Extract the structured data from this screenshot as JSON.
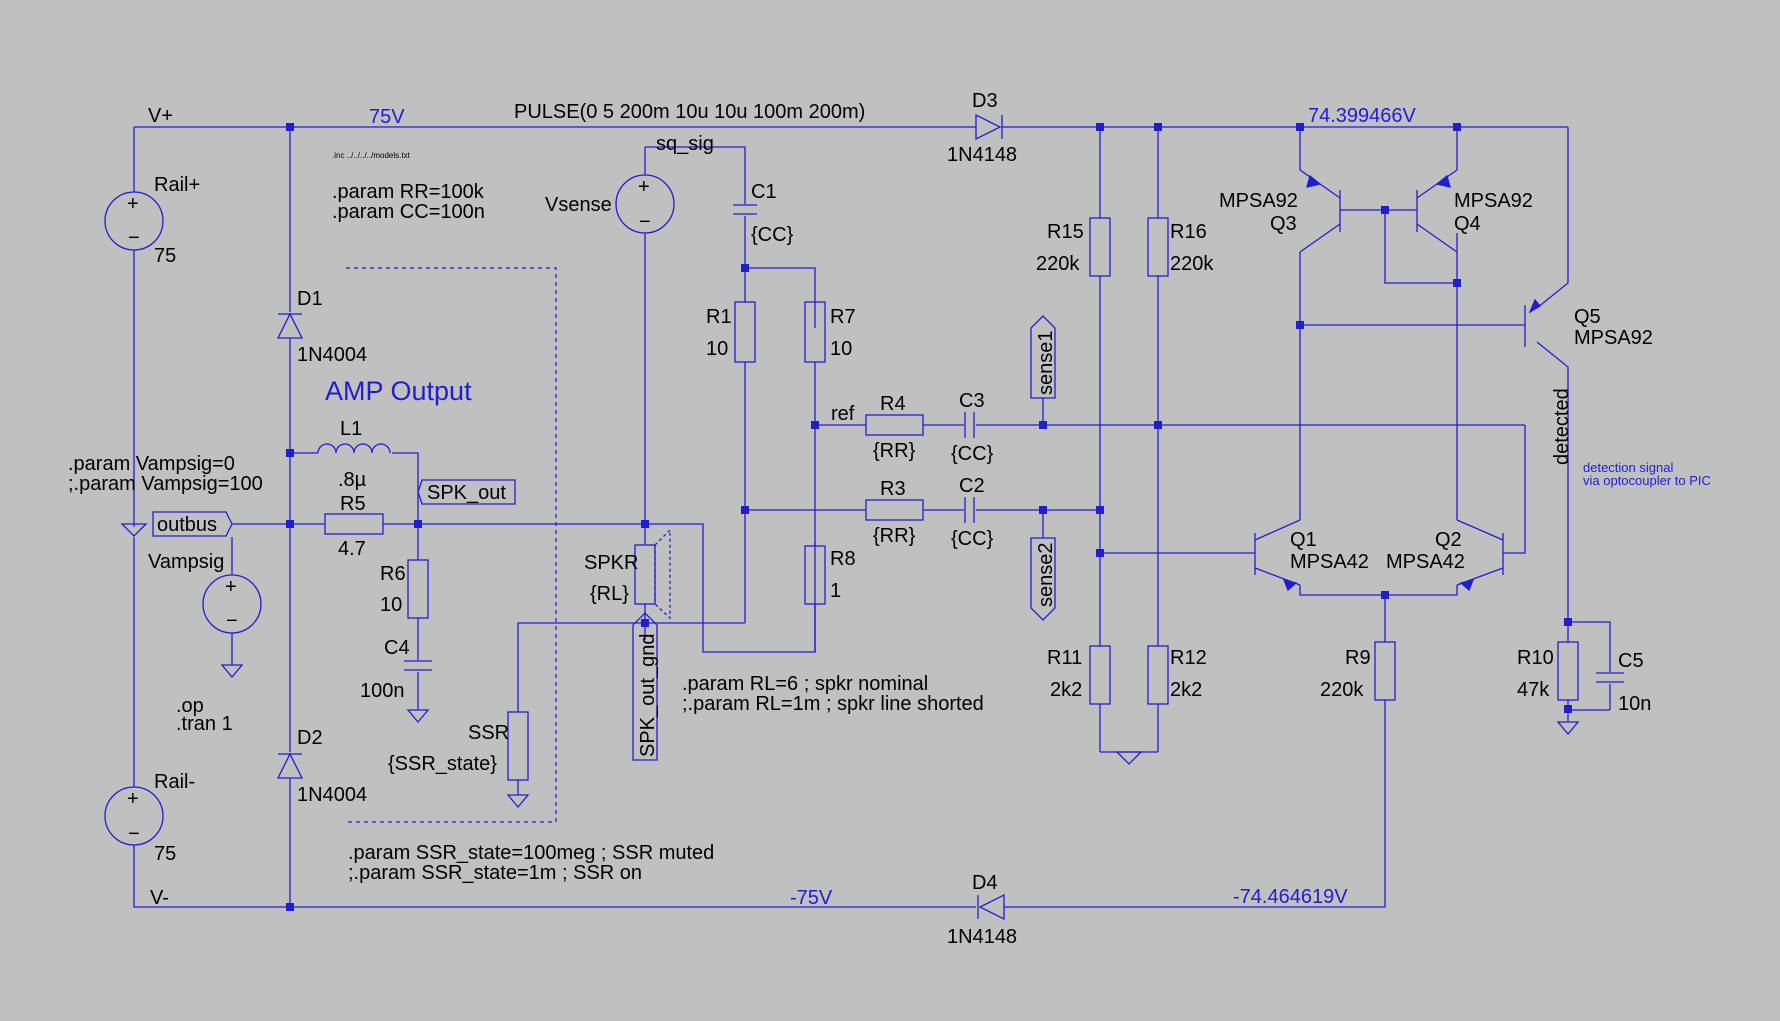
{
  "schematic": {
    "nets": {
      "vplus": "V+",
      "vminus": "V-",
      "rail_pos_v": "75V",
      "rail_neg_v": "-75V",
      "pos_node_v": "74.399466V",
      "neg_node_v": "-74.464619V",
      "sq_sig": "sq_sig",
      "ref": "ref",
      "outbus": "outbus",
      "spk_out": "SPK_out",
      "spk_out_gnd": "SPK_out_gnd",
      "sense1": "sense1",
      "sense2": "sense2",
      "detected": "detected"
    },
    "pulse_label": "PULSE(0 5 200m 10u 10u 100m 200m)",
    "directives": {
      "inc": ".inc ../../../../models.txt",
      "param_rr": ".param RR=100k",
      "param_cc": ".param CC=100n",
      "vampsig1": ".param Vampsig=0",
      "vampsig2": ";.param Vampsig=100",
      "op": ".op",
      "tran": ".tran 1",
      "rl1": ".param RL=6 ; spkr nominal",
      "rl2": ";.param RL=1m ; spkr line shorted",
      "ssr1": ".param SSR_state=100meg ; SSR muted",
      "ssr2": ";.param SSR_state=1m ; SSR on"
    },
    "amp_output_label": "AMP Output",
    "detection_note_1": "detection signal",
    "detection_note_2": "via optocoupler to PIC",
    "components": {
      "rail_pos_name": "Rail+",
      "rail_pos_value": "75",
      "rail_neg_name": "Rail-",
      "rail_neg_value": "75",
      "vsense_name": "Vsense",
      "vampsig_name": "Vampsig",
      "d1_name": "D1",
      "d1_value": "1N4004",
      "d2_name": "D2",
      "d2_value": "1N4004",
      "d3_name": "D3",
      "d3_value": "1N4148",
      "d4_name": "D4",
      "d4_value": "1N4148",
      "l1_name": "L1",
      "l1_value": ".8µ",
      "r5_name": "R5",
      "r5_value": "4.7",
      "r6_name": "R6",
      "r6_value": "10",
      "c4_name": "C4",
      "c4_value": "100n",
      "c1_name": "C1",
      "c1_value": "{CC}",
      "r1_name": "R1",
      "r1_value": "10",
      "r7_name": "R7",
      "r7_value": "10",
      "r8_name": "R8",
      "r8_value": "1",
      "r4_name": "R4",
      "r4_value": "{RR}",
      "r3_name": "R3",
      "r3_value": "{RR}",
      "c3_name": "C3",
      "c3_value": "{CC}",
      "c2_name": "C2",
      "c2_value": "{CC}",
      "spkr_name": "SPKR",
      "spkr_value": "{RL}",
      "ssr_name": "SSR",
      "ssr_value": "{SSR_state}",
      "r15_name": "R15",
      "r15_value": "220k",
      "r16_name": "R16",
      "r16_value": "220k",
      "r11_name": "R11",
      "r11_value": "2k2",
      "r12_name": "R12",
      "r12_value": "2k2",
      "r9_name": "R9",
      "r9_value": "220k",
      "r10_name": "R10",
      "r10_value": "47k",
      "c5_name": "C5",
      "c5_value": "10n",
      "q1_name": "Q1",
      "q1_value": "MPSA42",
      "q2_name": "Q2",
      "q2_value": "MPSA42",
      "q3_name": "Q3",
      "q3_value": "MPSA92",
      "q4_name": "Q4",
      "q4_value": "MPSA92",
      "q5_name": "Q5",
      "q5_value": "MPSA92"
    },
    "source_plus": "+",
    "source_minus": "−"
  },
  "colors": {
    "background": "#c0c0c0",
    "wire": "#1f1fd0",
    "text": "#000000",
    "annotation": "#1f1fd0"
  }
}
